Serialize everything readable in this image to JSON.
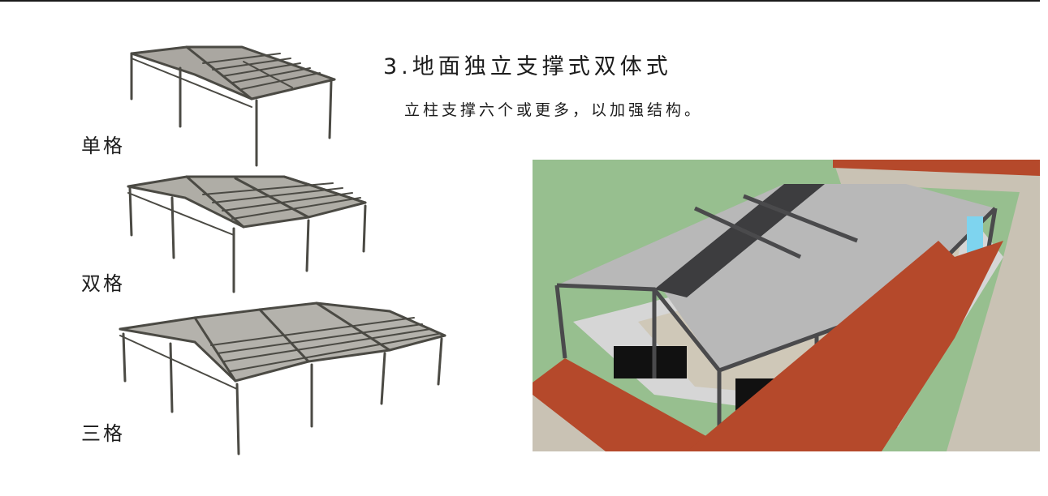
{
  "page": {
    "heading": "3.地面独立支撑式双体式",
    "description": "立柱支撑六个或更多，以加强结构。"
  },
  "variants": [
    {
      "label": "单格",
      "image": "single-bay-pergola-frame"
    },
    {
      "label": "双格",
      "image": "double-bay-pergola-frame"
    },
    {
      "label": "三格",
      "image": "triple-bay-pergola-frame"
    }
  ],
  "render": {
    "image": "rooftop-terrace-pergola-render",
    "colors": {
      "grass": "#97bf8f",
      "roof_tiles": "#b5492b",
      "stone_wall": "#c9c2b4",
      "canopy": "#b8b8b8",
      "frame": "#4a4a4c",
      "ridge": "#3d3d3f",
      "floor": "#cfc8b8",
      "glass": "#7ed4ef"
    }
  },
  "colors": {
    "text": "#1c1c1c",
    "rule": "#1a1a1a",
    "steel": "#4b4a44",
    "fabric": "#9b9890"
  }
}
